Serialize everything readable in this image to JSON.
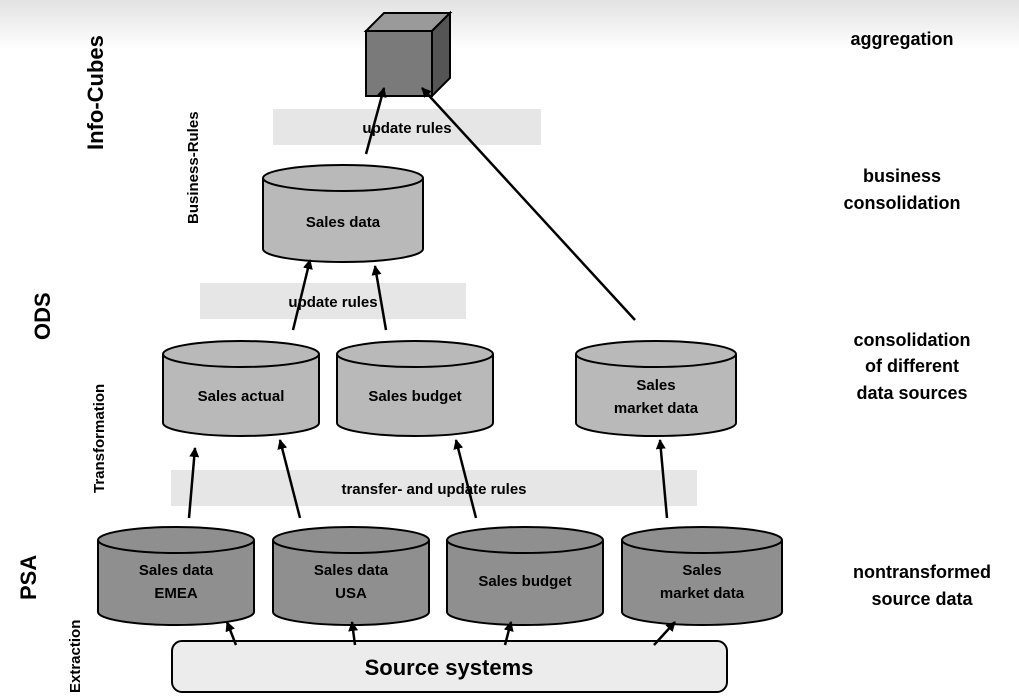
{
  "layers": {
    "info_cubes": "Info-Cubes",
    "ods": "ODS",
    "psa": "PSA"
  },
  "side_labels": {
    "business_rules": "Business-Rules",
    "transformation": "Transformation",
    "extraction": "Extraction"
  },
  "descriptions": {
    "aggregation": "aggregation",
    "business_consolidation": [
      "business",
      "consolidation"
    ],
    "consolidation_sources": [
      "consolidation",
      "of different",
      "data sources"
    ],
    "nontransformed": [
      "nontransformed",
      "source data"
    ]
  },
  "bands": {
    "top": "update rules",
    "middle": "update rules",
    "bottom": "transfer- and update rules"
  },
  "sales_data": [
    "Sales data"
  ],
  "ods_stores": [
    [
      "Sales actual"
    ],
    [
      "Sales budget"
    ],
    [
      "Sales",
      "market data"
    ]
  ],
  "psa_stores": [
    [
      "Sales data",
      "EMEA"
    ],
    [
      "Sales data",
      "USA"
    ],
    [
      "Sales budget"
    ],
    [
      "Sales",
      "market data"
    ]
  ],
  "source_systems": "Source systems",
  "colors": {
    "cube_front": "#7a7a7a",
    "cube_top": "#9a9a9a",
    "cube_side": "#555555",
    "cylinder_light": "#b9b9b9",
    "cylinder_dark": "#8f8f8f",
    "band": "#e6e6e6",
    "source_box": "#ececec"
  }
}
